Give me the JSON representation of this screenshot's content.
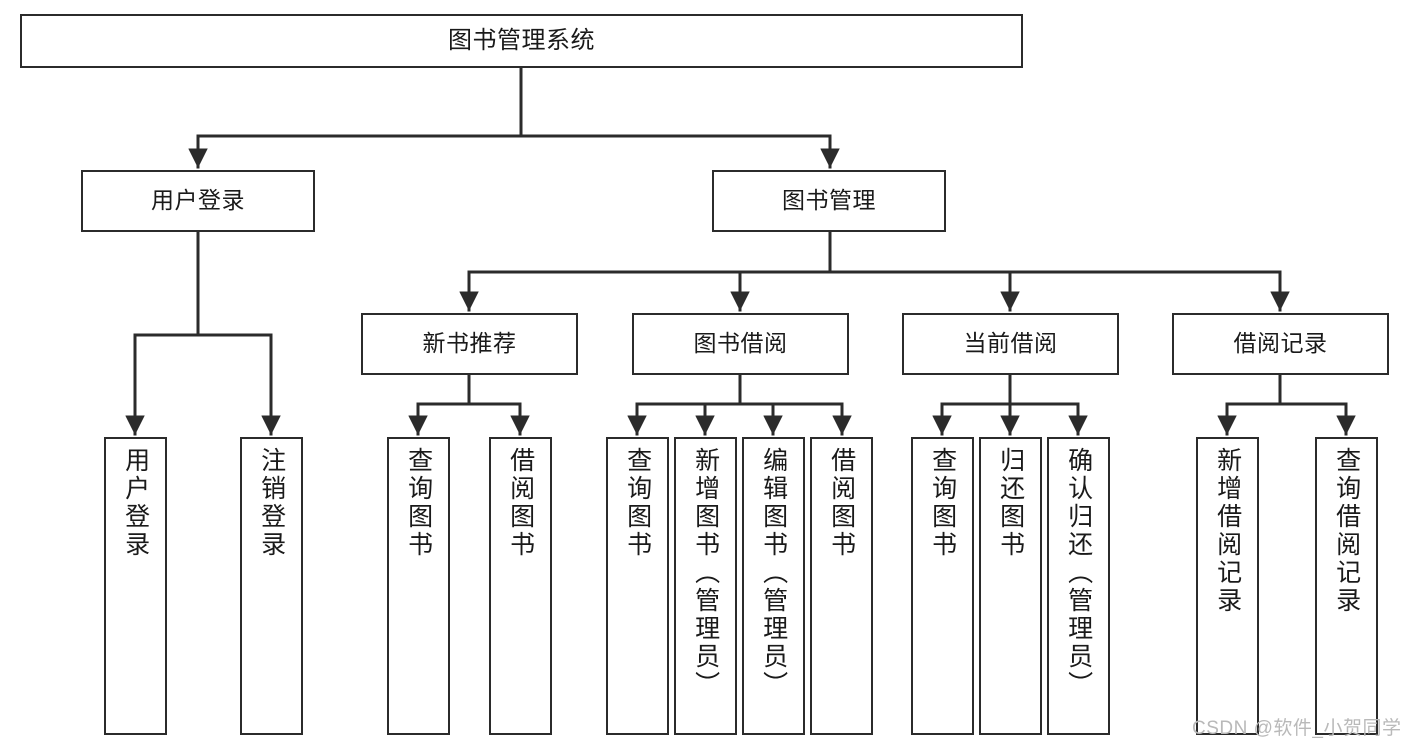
{
  "diagram": {
    "type": "tree-hierarchy",
    "title": "图书管理系统",
    "orientation": "top-down",
    "colors": {
      "box_border": "#2b2b2b",
      "box_fill": "#ffffff",
      "connector": "#2b2b2b",
      "background": "#ffffff",
      "watermark": "#b9b9b9"
    },
    "levels": [
      {
        "level": 1,
        "nodes": [
          {
            "id": "root",
            "label": "图书管理系统",
            "orientation": "horizontal"
          }
        ]
      },
      {
        "level": 2,
        "nodes": [
          {
            "id": "user-login",
            "label": "用户登录",
            "orientation": "horizontal",
            "parent": "root"
          },
          {
            "id": "book-manage",
            "label": "图书管理",
            "orientation": "horizontal",
            "parent": "root"
          }
        ]
      },
      {
        "level": 3,
        "nodes": [
          {
            "id": "new-book-recommend",
            "label": "新书推荐",
            "orientation": "horizontal",
            "parent": "book-manage"
          },
          {
            "id": "book-borrow",
            "label": "图书借阅",
            "orientation": "horizontal",
            "parent": "book-manage"
          },
          {
            "id": "current-borrow",
            "label": "当前借阅",
            "orientation": "horizontal",
            "parent": "book-manage"
          },
          {
            "id": "borrow-record",
            "label": "借阅记录",
            "orientation": "horizontal",
            "parent": "book-manage"
          }
        ]
      },
      {
        "level": 4,
        "nodes": [
          {
            "id": "leaf-user-login",
            "label": "用户登录",
            "orientation": "vertical",
            "parent": "user-login"
          },
          {
            "id": "leaf-logout-login",
            "label": "注销登录",
            "orientation": "vertical",
            "parent": "user-login"
          },
          {
            "id": "leaf-query-book-1",
            "label": "查询图书",
            "orientation": "vertical",
            "parent": "new-book-recommend"
          },
          {
            "id": "leaf-borrow-book-1",
            "label": "借阅图书",
            "orientation": "vertical",
            "parent": "new-book-recommend"
          },
          {
            "id": "leaf-query-book-2",
            "label": "查询图书",
            "orientation": "vertical",
            "parent": "book-borrow"
          },
          {
            "id": "leaf-add-book",
            "label": "新增图书（管理员）",
            "orientation": "vertical",
            "parent": "book-borrow"
          },
          {
            "id": "leaf-edit-book",
            "label": "编辑图书（管理员）",
            "orientation": "vertical",
            "parent": "book-borrow"
          },
          {
            "id": "leaf-borrow-book-2",
            "label": "借阅图书",
            "orientation": "vertical",
            "parent": "book-borrow"
          },
          {
            "id": "leaf-query-book-3",
            "label": "查询图书",
            "orientation": "vertical",
            "parent": "current-borrow"
          },
          {
            "id": "leaf-return-book",
            "label": "归还图书",
            "orientation": "vertical",
            "parent": "current-borrow"
          },
          {
            "id": "leaf-confirm-return",
            "label": "确认归还（管理员）",
            "orientation": "vertical",
            "parent": "current-borrow"
          },
          {
            "id": "leaf-add-record",
            "label": "新增借阅记录",
            "orientation": "vertical",
            "parent": "borrow-record"
          },
          {
            "id": "leaf-query-record",
            "label": "查询借阅记录",
            "orientation": "vertical",
            "parent": "borrow-record"
          }
        ]
      }
    ]
  },
  "watermark": {
    "text": "CSDN @软件_小贺同学"
  }
}
